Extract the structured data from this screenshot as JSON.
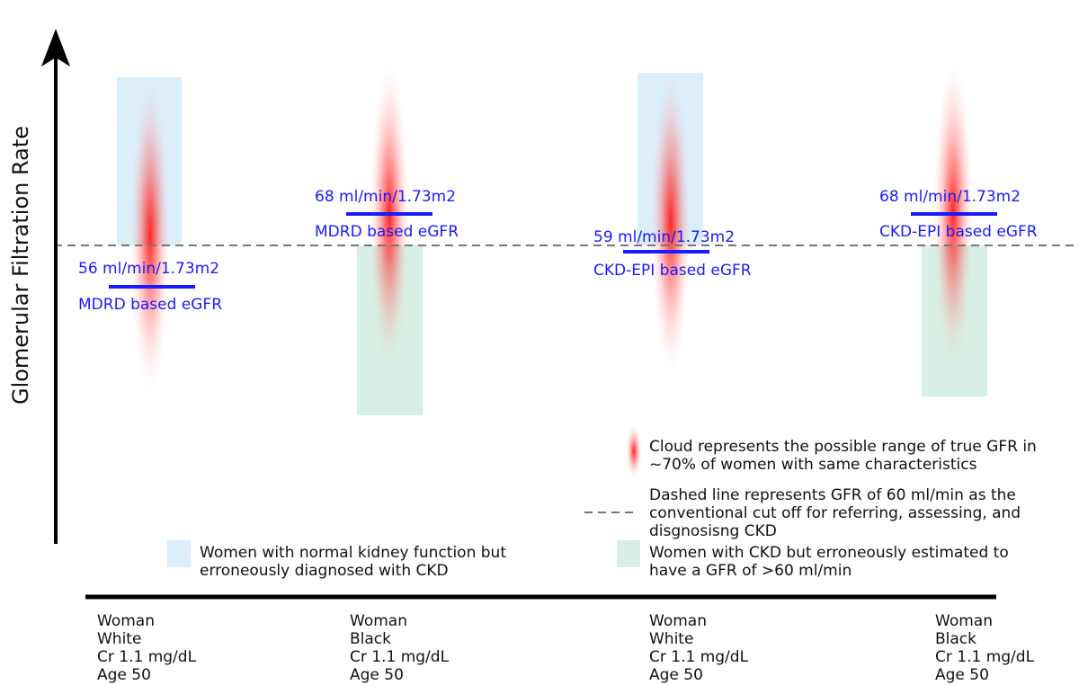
{
  "y_axis_label": "Glomerular Filtration Rate",
  "colors": {
    "normal_box": "#dbeefa",
    "ckd_box": "#d7efe4",
    "estimate_bar": "#1a1aff",
    "cloud": "#ff0000",
    "dashed_line": "#777777"
  },
  "threshold_label": "60 ml/min",
  "columns": [
    {
      "estimate_value": "56 ml/min/1.73m2",
      "estimate_method": "MDRD based eGFR",
      "box_type": "normal",
      "category": [
        "Woman",
        "White",
        "Cr 1.1 mg/dL",
        "Age 50"
      ]
    },
    {
      "estimate_value": "68 ml/min/1.73m2",
      "estimate_method": "MDRD based eGFR",
      "box_type": "ckd",
      "category": [
        "Woman",
        "Black",
        "Cr 1.1 mg/dL",
        "Age 50"
      ]
    },
    {
      "estimate_value": "59 ml/min/1.73m2",
      "estimate_method": "CKD-EPI based eGFR",
      "box_type": "normal",
      "category": [
        "Woman",
        "White",
        "Cr 1.1 mg/dL",
        "Age 50"
      ]
    },
    {
      "estimate_value": "68 ml/min/1.73m2",
      "estimate_method": "CKD-EPI based eGFR",
      "box_type": "ckd",
      "category": [
        "Woman",
        "Black",
        "Cr 1.1 mg/dL",
        "Age 50"
      ]
    }
  ],
  "legend": {
    "cloud_text": "Cloud represents the possible range of true GFR in ~70% of women with same characteristics",
    "dashed_text": "Dashed line represents GFR of 60 ml/min as the conventional cut off for referring, assessing, and disgnosisng CKD",
    "normal_box_text": "Women with normal kidney function but erroneously diagnosed with CKD",
    "ckd_box_text": "Women with CKD but erroneously estimated to have a GFR of >60 ml/min"
  }
}
